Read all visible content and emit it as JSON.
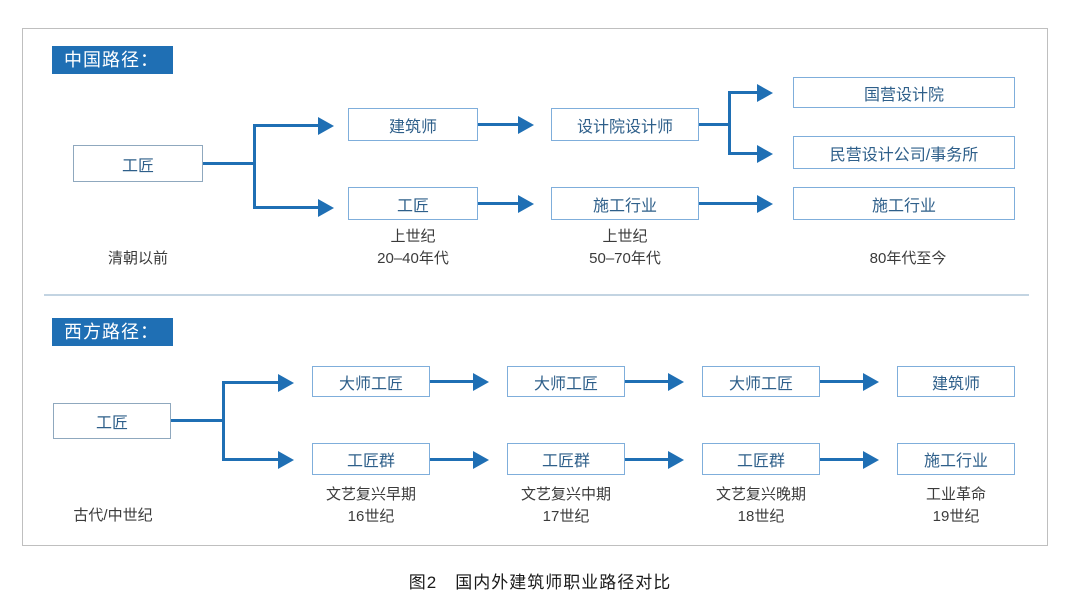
{
  "figure": {
    "caption": "图2　国内外建筑师职业路径对比"
  },
  "sections": [
    {
      "id": "china",
      "badge": "中国路径：",
      "nodes": {
        "root": "工匠",
        "top_1": "建筑师",
        "top_2": "设计院设计师",
        "top_3a": "国营设计院",
        "top_3b": "民营设计公司/事务所",
        "bot_1": "工匠",
        "bot_2": "施工行业",
        "bot_3": "施工行业"
      },
      "timeline": [
        "清朝以前",
        "上世纪\n20–40年代",
        "上世纪\n50–70年代",
        "80年代至今"
      ]
    },
    {
      "id": "west",
      "badge": "西方路径：",
      "nodes": {
        "root": "工匠",
        "top_1": "大师工匠",
        "top_2": "大师工匠",
        "top_3": "大师工匠",
        "top_4": "建筑师",
        "bot_1": "工匠群",
        "bot_2": "工匠群",
        "bot_3": "工匠群",
        "bot_4": "施工行业"
      },
      "timeline": [
        "古代/中世纪",
        "文艺复兴早期\n16世纪",
        "文艺复兴中期\n17世纪",
        "文艺复兴晚期\n18世纪",
        "工业革命\n19世纪"
      ]
    }
  ],
  "colors": {
    "badge_bg": "#1F6FB4",
    "connector": "#1F6FB4",
    "node_border": "#7FAEDB",
    "node_text": "#2E5F8A",
    "frame_border": "#bfbfbf",
    "divider": "#c3d4e2"
  }
}
